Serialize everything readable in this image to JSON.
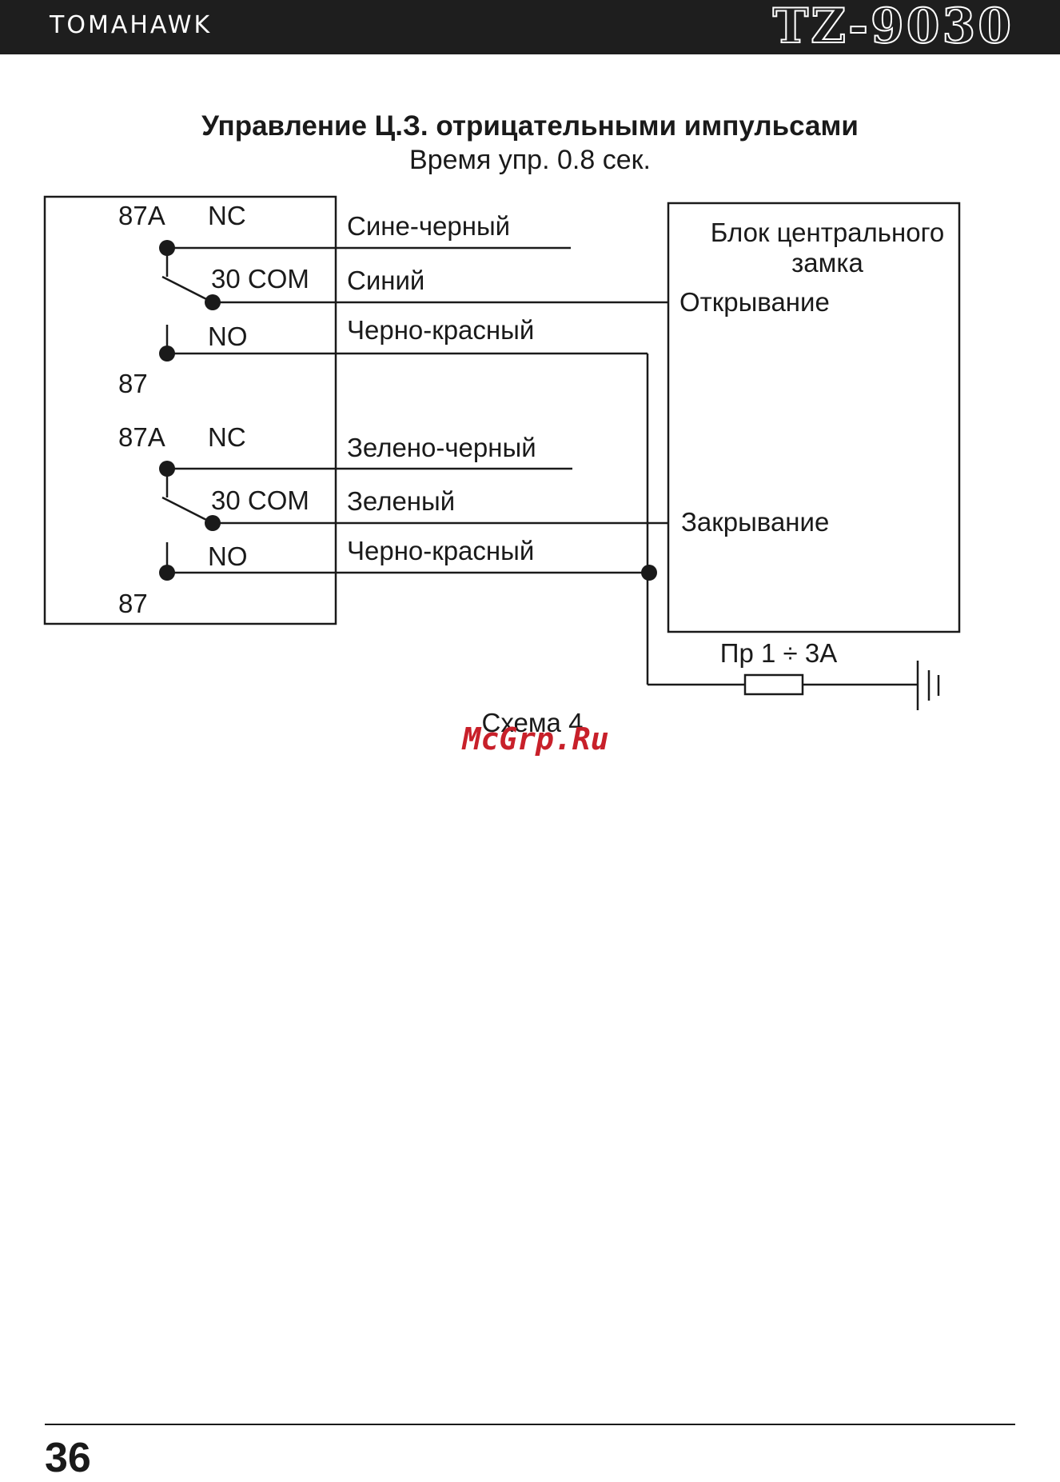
{
  "header": {
    "brand": "TOMAHAWK",
    "model": "TZ-9030"
  },
  "title": "Управление Ц.З. отрицательными импульсами",
  "subtitle": "Время упр. 0.8 сек.",
  "relay_1": {
    "pin_87a": "87A",
    "nc": "NC",
    "com": "30 COM",
    "no": "NO",
    "pin_87": "87"
  },
  "relay_2": {
    "pin_87a": "87A",
    "nc": "NC",
    "com": "30 COM",
    "no": "NO",
    "pin_87": "87"
  },
  "wires": {
    "w1": "Сине-черный",
    "w2": "Синий",
    "w3": "Черно-красный",
    "w4": "Зелено-черный",
    "w5": "Зеленый",
    "w6": "Черно-красный"
  },
  "lock_unit": {
    "title_line1": "Блок центрального",
    "title_line2": "замка",
    "open": "Открывание",
    "close": "Закрывание"
  },
  "fuse_label": "Пр 1 ÷ 3А",
  "caption": "Схема 4",
  "watermark": "McGrp.Ru",
  "page_number": "36",
  "colors": {
    "header_bg": "#1e1e1e",
    "ink": "#1a1a1a",
    "watermark": "#c8202a"
  }
}
